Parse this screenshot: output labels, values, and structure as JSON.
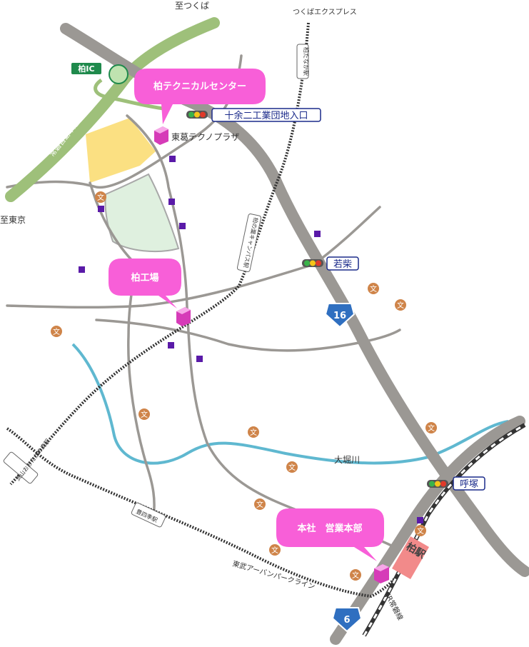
{
  "labels": {
    "tsukuba_dir": "至つくば",
    "tokyo_dir": "至東京",
    "tx_line": "つくばエクスプレス",
    "kashiwa_ic": "柏IC",
    "joban_expressway": "常磐自動車道",
    "tx_station": "柏たなか駅",
    "campus_station": "柏の葉キャンパス駅",
    "techno_plaza": "東葛テクノプラザ",
    "otakanomori_station": "流山おおたかの森駅",
    "toyoshiki_station": "豊四季駅",
    "tobu_line": "東武アーバンパークライン",
    "jr_line": "JR常磐線",
    "kashiwa_station": "柏駅",
    "river": "大堀川"
  },
  "balloons": {
    "tech_center": "柏テクニカルセンター",
    "kashiwa_factory": "柏工場",
    "head_office": "本社　営業本部"
  },
  "intersections": {
    "jyuyoni": "十余二工業団地入口",
    "wakashiba": "若柴",
    "yobitsuka": "呼塚"
  },
  "routes": {
    "r16": "16",
    "r6": "6"
  },
  "school_symbol": "文",
  "colors": {
    "balloon": "#f85fd8",
    "building": "#d63bb8",
    "road": "#9b9894",
    "expressway": "#9ec07a",
    "river": "#5fb8d0",
    "park_yellow": "#fbe082",
    "park_green": "#dff0df",
    "marker": "#5a1aa8",
    "school": "#cf8449",
    "ic_green": "#1f8a4c",
    "station_pink": "#f28a8a",
    "route_shield": "#2f6fc0"
  }
}
